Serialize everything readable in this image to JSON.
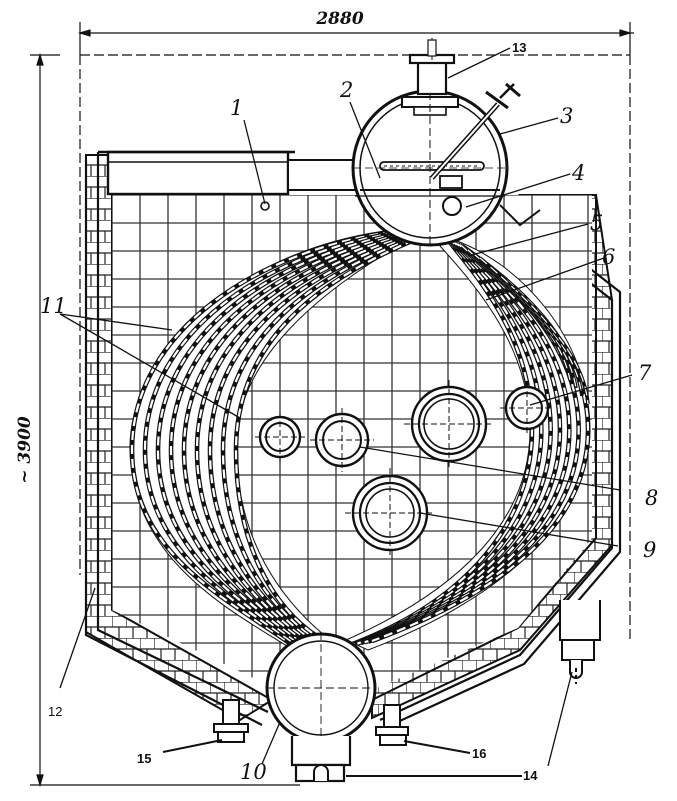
{
  "dimensions": {
    "width_label": "2880",
    "height_label": "~ 3900"
  },
  "callouts": {
    "c1": "1",
    "c2": "2",
    "c3": "3",
    "c4": "4",
    "c5": "5",
    "c6": "6",
    "c7": "7",
    "c8": "8",
    "c9": "9",
    "c10": "10",
    "c11": "11",
    "c12": "12",
    "c13": "13",
    "c14": "14",
    "c15": "15",
    "c16": "16"
  },
  "colors": {
    "ink": "#111111",
    "paper": "#ffffff",
    "grid": "#333333"
  }
}
